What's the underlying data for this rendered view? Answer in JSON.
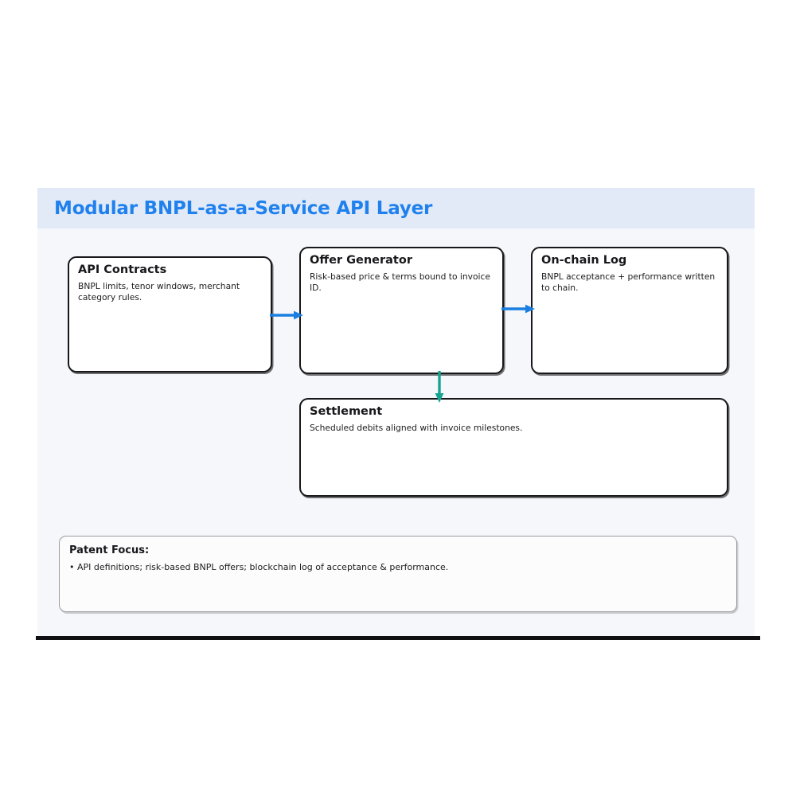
{
  "header": {
    "title": "Modular BNPL-as-a-Service API Layer"
  },
  "nodes": [
    {
      "key": "api-contracts",
      "title": "API Contracts",
      "description": "BNPL limits, tenor windows, merchant category rules."
    },
    {
      "key": "offer-generator",
      "title": "Offer Generator",
      "description": "Risk-based price & terms bound to invoice ID."
    },
    {
      "key": "onchain-log",
      "title": "On-chain Log",
      "description": "BNPL acceptance + performance written to chain."
    },
    {
      "key": "settlement",
      "title": "Settlement",
      "description": "Scheduled debits aligned with invoice milestones."
    }
  ],
  "connectors": [
    {
      "key": "contracts-to-generator",
      "from": "API Contracts",
      "to": "Offer Generator",
      "direction": "right",
      "color": "#1a7fe0"
    },
    {
      "key": "generator-to-log",
      "from": "Offer Generator",
      "to": "On-chain Log",
      "direction": "right",
      "color": "#1a7fe0"
    },
    {
      "key": "generator-to-settlement",
      "from": "Offer Generator",
      "to": "Settlement",
      "direction": "down",
      "color": "#15a394"
    }
  ],
  "patent_focus": {
    "title": "Patent Focus:",
    "items": [
      "• API definitions; risk-based BNPL offers; blockchain log of acceptance & performance."
    ]
  },
  "colors": {
    "accent_blue": "#2081ee",
    "header_band": "#e2eaf7",
    "panel_background": "#f5f7fb",
    "node_border": "#18181b",
    "arrow_blue": "#1a7fe0",
    "arrow_teal": "#15a394",
    "bottom_rule": "#101013"
  }
}
